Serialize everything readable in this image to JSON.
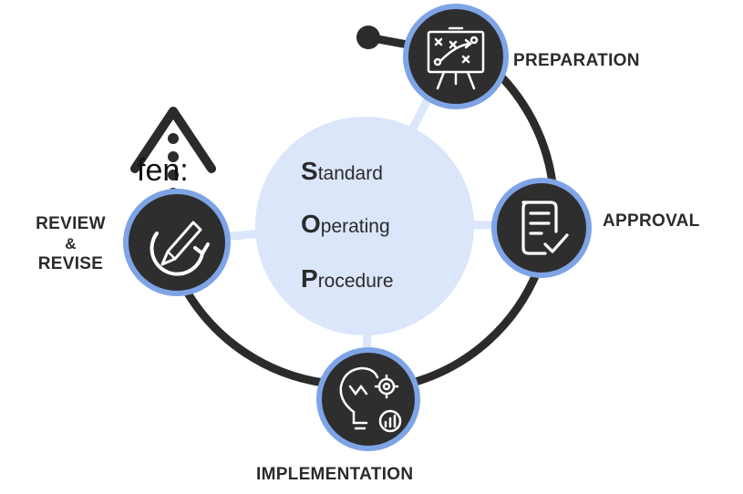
{
  "fragment_text": "fen:",
  "center": {
    "lines": [
      {
        "initial": "S",
        "rest": "tandard"
      },
      {
        "initial": "O",
        "rest": "perating"
      },
      {
        "initial": "P",
        "rest": "rocedure"
      }
    ]
  },
  "steps": {
    "preparation": "PREPARATION",
    "approval": "APPROVAL",
    "implementation": "IMPLEMENTATION",
    "review_line1": "REVIEW",
    "review_line2": "&",
    "review_line3": "REVISE"
  },
  "icons": {
    "preparation": "strategy-board-icon",
    "approval": "checklist-document-icon",
    "implementation": "lightbulb-gear-chart-icon",
    "review": "pencil-refresh-icon",
    "arrow": "dotted-up-arrow-icon"
  },
  "colors": {
    "ring": "#2b2b2b",
    "center_fill": "#dbe6fb",
    "node_border": "#7ea4e6",
    "node_fill": "#2e2e2e",
    "text": "#2b2b2b"
  }
}
